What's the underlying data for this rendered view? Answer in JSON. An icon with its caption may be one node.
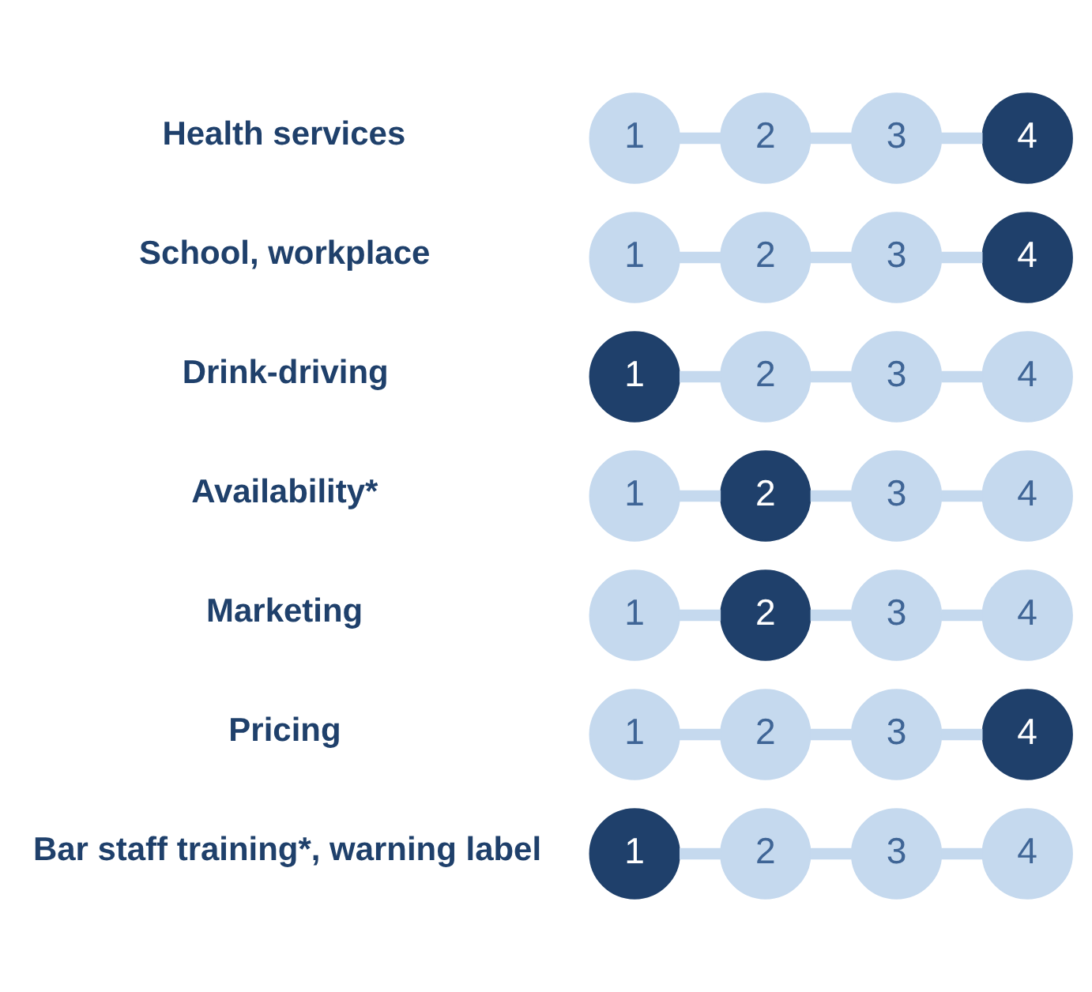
{
  "diagram": {
    "nodes": [
      {
        "text": [
          "1"
        ]
      },
      {
        "text": [
          "2"
        ]
      },
      {
        "text": [
          "3"
        ]
      },
      {
        "text": [
          "4"
        ]
      },
      {
        "text": [
          "1"
        ]
      },
      {
        "text": [
          "2"
        ]
      },
      {
        "text": [
          "3"
        ]
      },
      {
        "text": [
          "4"
        ]
      },
      {
        "text": [
          "1"
        ]
      },
      {
        "text": [
          "2"
        ]
      },
      {
        "text": [
          "3"
        ]
      },
      {
        "text": [
          "4"
        ]
      },
      {
        "text": [
          "1"
        ]
      },
      {
        "text": [
          "2"
        ]
      },
      {
        "text": [
          "3"
        ]
      },
      {
        "text": [
          "4"
        ]
      },
      {
        "text": [
          "1"
        ]
      },
      {
        "text": [
          "2"
        ]
      },
      {
        "text": [
          "3"
        ]
      },
      {
        "text": [
          "4"
        ]
      },
      {
        "text": [
          "1"
        ]
      },
      {
        "text": [
          "2"
        ]
      },
      {
        "text": [
          "3"
        ]
      },
      {
        "text": [
          "4"
        ]
      },
      {
        "text": [
          "1"
        ]
      },
      {
        "text": [
          "2"
        ]
      },
      {
        "text": [
          "3"
        ]
      },
      {
        "text": [
          "4"
        ]
      }
    ],
    "edges": [
      {
        "from": 0,
        "to": 1,
        "arrow": "none"
      },
      {
        "from": 1,
        "to": 2,
        "arrow": "none"
      },
      {
        "from": 2,
        "to": 3,
        "arrow": "none"
      },
      {
        "from": 4,
        "to": 5,
        "arrow": "none"
      },
      {
        "from": 5,
        "to": 6,
        "arrow": "none"
      },
      {
        "from": 6,
        "to": 7,
        "arrow": "none"
      },
      {
        "from": 8,
        "to": 9,
        "arrow": "none"
      },
      {
        "from": 9,
        "to": 10,
        "arrow": "none"
      },
      {
        "from": 10,
        "to": 11,
        "arrow": "none"
      },
      {
        "from": 12,
        "to": 13,
        "arrow": "none"
      },
      {
        "from": 13,
        "to": 14,
        "arrow": "none"
      },
      {
        "from": 14,
        "to": 15,
        "arrow": "none"
      },
      {
        "from": 16,
        "to": 17,
        "arrow": "none"
      },
      {
        "from": 17,
        "to": 18,
        "arrow": "none"
      },
      {
        "from": 18,
        "to": 19,
        "arrow": "none"
      },
      {
        "from": 20,
        "to": 21,
        "arrow": "none"
      },
      {
        "from": 21,
        "to": 22,
        "arrow": "none"
      },
      {
        "from": 22,
        "to": 23,
        "arrow": "none"
      },
      {
        "from": 24,
        "to": 25,
        "arrow": "none"
      },
      {
        "from": 25,
        "to": 26,
        "arrow": "none"
      },
      {
        "from": 26,
        "to": 27,
        "arrow": "none"
      }
    ],
    "labels": [
      "Health services",
      "School, workplace",
      "Drink-driving",
      "Availability*",
      "Marketing",
      "Pricing",
      "Bar staff training*, warning label"
    ]
  }
}
